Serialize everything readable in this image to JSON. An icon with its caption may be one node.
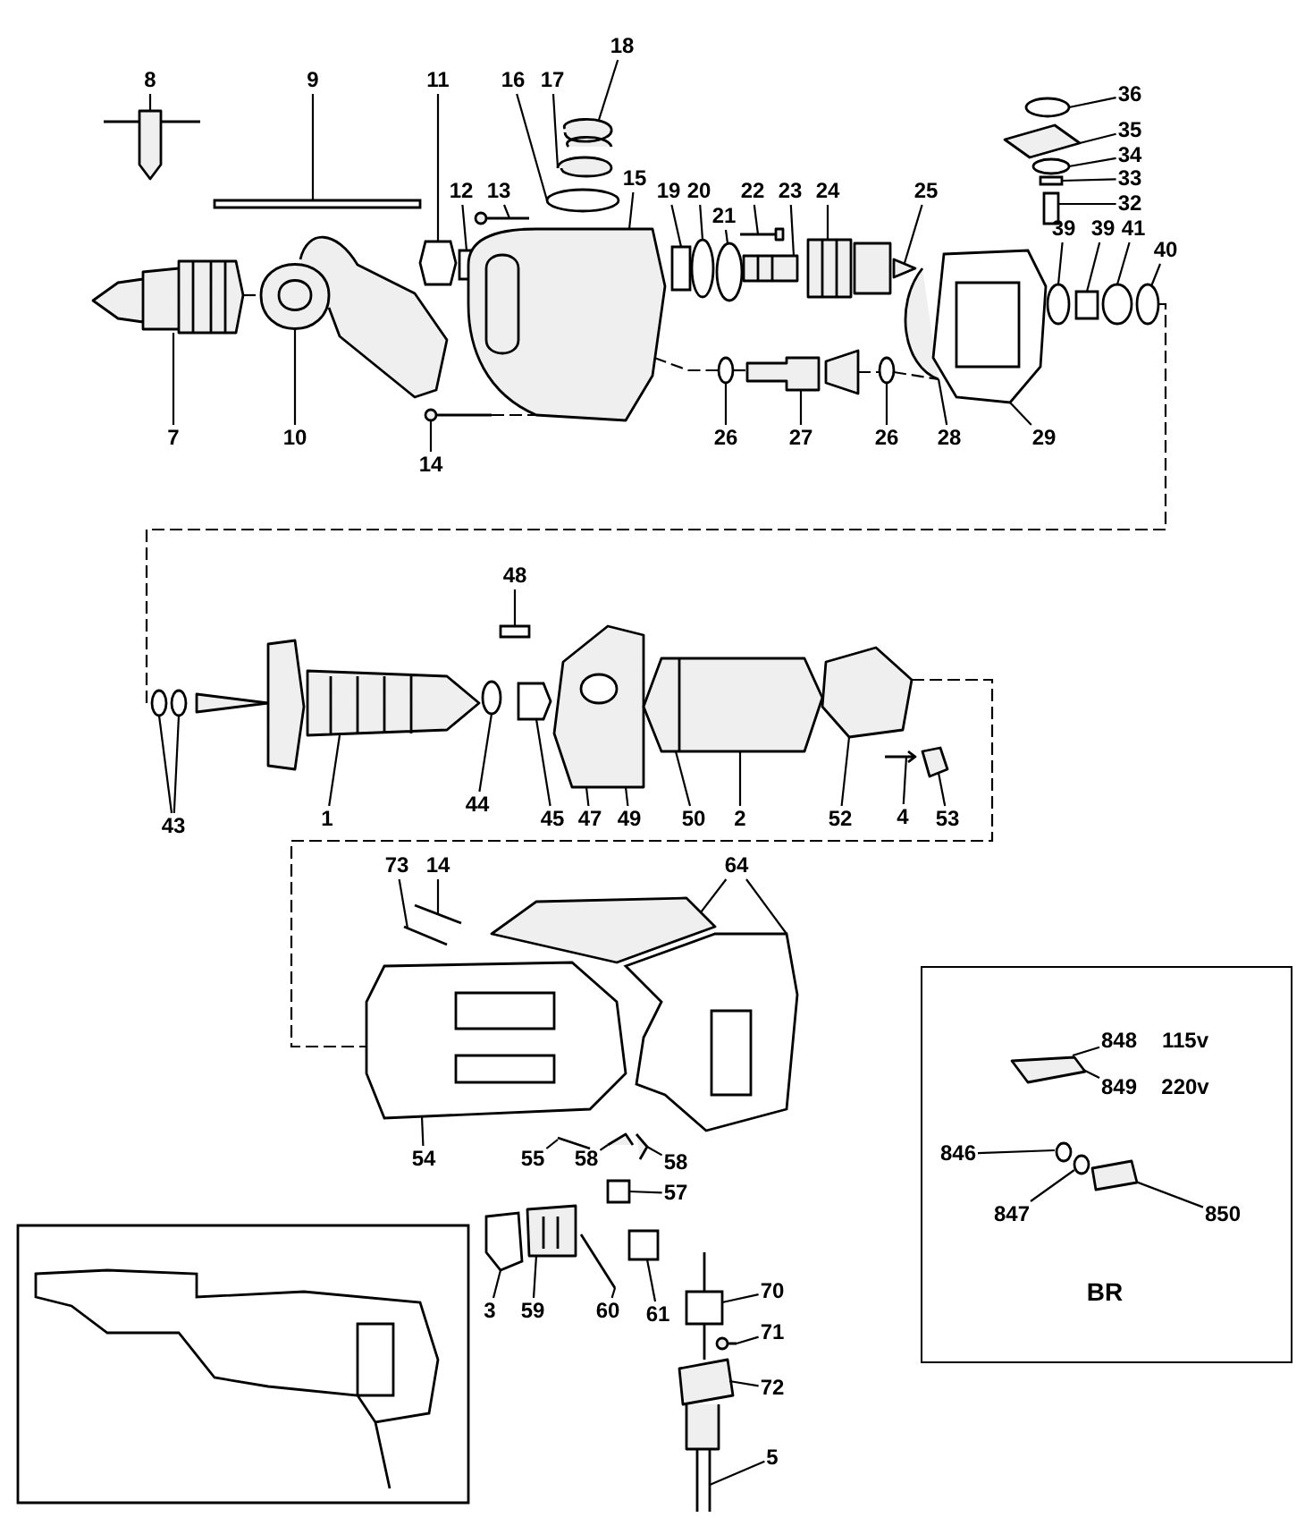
{
  "diagram": {
    "nodes": [
      {
        "text": [
          "8"
        ]
      },
      {
        "text": [
          "9"
        ]
      },
      {
        "text": [
          "11"
        ]
      },
      {
        "text": [
          "16"
        ]
      },
      {
        "text": [
          "17"
        ]
      },
      {
        "text": [
          "18"
        ]
      },
      {
        "text": [
          "12"
        ]
      },
      {
        "text": [
          "13"
        ]
      },
      {
        "text": [
          "15"
        ]
      },
      {
        "text": [
          "19"
        ]
      },
      {
        "text": [
          "20"
        ]
      },
      {
        "text": [
          "21"
        ]
      },
      {
        "text": [
          "22"
        ]
      },
      {
        "text": [
          "23"
        ]
      },
      {
        "text": [
          "24"
        ]
      },
      {
        "text": [
          "25"
        ]
      },
      {
        "text": [
          "36"
        ]
      },
      {
        "text": [
          "35"
        ]
      },
      {
        "text": [
          "34"
        ]
      },
      {
        "text": [
          "33"
        ]
      },
      {
        "text": [
          "32"
        ]
      },
      {
        "text": [
          "39"
        ]
      },
      {
        "text": [
          "39"
        ]
      },
      {
        "text": [
          "41"
        ]
      },
      {
        "text": [
          "40"
        ]
      },
      {
        "text": [
          "7"
        ]
      },
      {
        "text": [
          "10"
        ]
      },
      {
        "text": [
          "14"
        ]
      },
      {
        "text": [
          "26"
        ]
      },
      {
        "text": [
          "27"
        ]
      },
      {
        "text": [
          "26"
        ]
      },
      {
        "text": [
          "28"
        ]
      },
      {
        "text": [
          "29"
        ]
      },
      {
        "text": [
          "48"
        ]
      },
      {
        "text": [
          "43"
        ]
      },
      {
        "text": [
          "1"
        ]
      },
      {
        "text": [
          "44"
        ]
      },
      {
        "text": [
          "45"
        ]
      },
      {
        "text": [
          "47"
        ]
      },
      {
        "text": [
          "49"
        ]
      },
      {
        "text": [
          "50"
        ]
      },
      {
        "text": [
          "2"
        ]
      },
      {
        "text": [
          "52"
        ]
      },
      {
        "text": [
          "4"
        ]
      },
      {
        "text": [
          "53"
        ]
      },
      {
        "text": [
          "73"
        ]
      },
      {
        "text": [
          "14"
        ]
      },
      {
        "text": [
          "64"
        ]
      },
      {
        "text": [
          "54"
        ]
      },
      {
        "text": [
          "55"
        ]
      },
      {
        "text": [
          "58"
        ]
      },
      {
        "text": [
          "58"
        ]
      },
      {
        "text": [
          "57"
        ]
      },
      {
        "text": [
          "3"
        ]
      },
      {
        "text": [
          "59"
        ]
      },
      {
        "text": [
          "60"
        ]
      },
      {
        "text": [
          "61"
        ]
      },
      {
        "text": [
          "70"
        ]
      },
      {
        "text": [
          "71"
        ]
      },
      {
        "text": [
          "72"
        ]
      },
      {
        "text": [
          "5"
        ]
      },
      {
        "text": [
          "BR"
        ]
      },
      {
        "text": [
          "848"
        ],
        "beside": [
          "115v"
        ],
        "in": 61
      },
      {
        "text": [
          "849"
        ],
        "beside": [
          "220v"
        ],
        "in": 61
      },
      {
        "text": [
          "846"
        ],
        "in": 61
      },
      {
        "text": [
          "847"
        ],
        "in": 61
      },
      {
        "text": [
          "850"
        ],
        "in": 61
      },
      {
        "text": [],
        "shape": "picture"
      },
      {
        "text": [],
        "shape": "box"
      },
      {
        "text": [],
        "shape": "box"
      },
      {
        "text": [],
        "shape": "box"
      },
      {
        "text": [],
        "shape": "picture"
      },
      {
        "text": [],
        "shape": "picture"
      },
      {
        "text": [],
        "shape": "picture"
      },
      {
        "text": [],
        "shape": "circle"
      },
      {
        "text": [],
        "shape": "picture"
      },
      {
        "text": [],
        "shape": "picture"
      },
      {
        "text": [],
        "shape": "picture"
      },
      {
        "text": [],
        "shape": "picture"
      },
      {
        "text": [],
        "shape": "box"
      },
      {
        "text": [],
        "shape": "circle"
      },
      {
        "text": [],
        "shape": "circle"
      },
      {
        "text": [],
        "shape": "picture"
      },
      {
        "text": [],
        "shape": "picture"
      },
      {
        "text": [],
        "shape": "picture"
      },
      {
        "text": [],
        "shape": "picture"
      },
      {
        "text": [],
        "shape": "circle"
      },
      {
        "text": [],
        "shape": "picture"
      },
      {
        "text": [],
        "shape": "circle"
      },
      {
        "text": [],
        "shape": "box"
      },
      {
        "text": [],
        "shape": "box"
      },
      {
        "text": [],
        "shape": "circle"
      },
      {
        "text": [],
        "shape": "box"
      },
      {
        "text": [],
        "shape": "circle"
      },
      {
        "text": [],
        "shape": "circle"
      },
      {
        "text": [],
        "shape": "circle"
      },
      {
        "text": [],
        "shape": "picture"
      },
      {
        "text": [],
        "shape": "circle"
      },
      {
        "text": [],
        "shape": "picture"
      },
      {
        "text": [],
        "shape": "box"
      },
      {
        "text": [],
        "shape": "box"
      },
      {
        "text": [],
        "shape": "circle"
      },
      {
        "text": [],
        "shape": "circle"
      },
      {
        "text": [],
        "shape": "picture"
      },
      {
        "text": [],
        "shape": "circle"
      },
      {
        "text": [],
        "shape": "box"
      },
      {
        "text": [],
        "shape": "picture"
      },
      {
        "text": [],
        "shape": "picture"
      },
      {
        "text": [],
        "shape": "picture"
      },
      {
        "text": [],
        "shape": "picture"
      },
      {
        "text": [],
        "shape": "picture"
      },
      {
        "text": [],
        "shape": "picture"
      },
      {
        "text": [],
        "shape": "picture"
      },
      {
        "text": [],
        "shape": "picture"
      },
      {
        "text": [],
        "shape": "box"
      },
      {
        "text": [],
        "shape": "box"
      },
      {
        "text": [],
        "shape": "picture"
      },
      {
        "text": [],
        "shape": "picture"
      },
      {
        "text": [],
        "shape": "picture"
      },
      {
        "text": [],
        "shape": "box"
      },
      {
        "text": [],
        "shape": "box"
      },
      {
        "text": [],
        "shape": "picture"
      },
      {
        "text": [],
        "shape": "picture"
      },
      {
        "text": [],
        "shape": "box"
      },
      {
        "text": [],
        "shape": "box"
      },
      {
        "text": [],
        "shape": "picture"
      },
      {
        "text": [],
        "shape": "picture"
      },
      {
        "text": [],
        "shape": "picture"
      },
      {
        "text": [],
        "shape": "picture",
        "in": 61
      },
      {
        "text": [],
        "shape": "circle",
        "in": 61
      },
      {
        "text": [],
        "shape": "circle",
        "in": 61
      },
      {
        "text": [],
        "shape": "picture",
        "in": 61
      }
    ],
    "edges": [
      {
        "from": 0,
        "to": 67,
        "arrow": "none"
      },
      {
        "from": 1,
        "to": 68,
        "arrow": "none"
      },
      {
        "from": 2,
        "to": 69,
        "arrow": "none"
      },
      {
        "from": 3,
        "to": 74,
        "arrow": "none"
      },
      {
        "from": 4,
        "to": 73,
        "arrow": "none"
      },
      {
        "from": 5,
        "to": 72,
        "arrow": "none"
      },
      {
        "from": 6,
        "to": 70,
        "arrow": "none"
      },
      {
        "from": 7,
        "to": 71,
        "arrow": "none"
      },
      {
        "from": 8,
        "to": 75,
        "arrow": "none"
      },
      {
        "from": 9,
        "to": 79,
        "arrow": "none"
      },
      {
        "from": 10,
        "to": 80,
        "arrow": "none"
      },
      {
        "from": 11,
        "to": 81,
        "arrow": "none"
      },
      {
        "from": 12,
        "to": 82,
        "arrow": "none"
      },
      {
        "from": 13,
        "to": 83,
        "arrow": "none"
      },
      {
        "from": 14,
        "to": 84,
        "arrow": "none"
      },
      {
        "from": 15,
        "to": 85,
        "arrow": "none"
      },
      {
        "from": 16,
        "to": 86,
        "arrow": "none"
      },
      {
        "from": 17,
        "to": 87,
        "arrow": "none"
      },
      {
        "from": 18,
        "to": 88,
        "arrow": "none"
      },
      {
        "from": 19,
        "to": 89,
        "arrow": "none"
      },
      {
        "from": 20,
        "to": 90,
        "arrow": "none"
      },
      {
        "from": 21,
        "to": 91,
        "arrow": "none"
      },
      {
        "from": 22,
        "to": 92,
        "arrow": "none"
      },
      {
        "from": 23,
        "to": 93,
        "arrow": "none"
      },
      {
        "from": 24,
        "to": 94,
        "arrow": "none"
      },
      {
        "from": 25,
        "to": 77,
        "arrow": "none"
      },
      {
        "from": 26,
        "to": 78,
        "arrow": "none"
      },
      {
        "from": 27,
        "to": 76,
        "arrow": "none"
      },
      {
        "from": 28,
        "to": 95,
        "arrow": "none"
      },
      {
        "from": 29,
        "to": 96,
        "arrow": "none"
      },
      {
        "from": 30,
        "to": 97,
        "arrow": "none"
      },
      {
        "from": 31,
        "to": 98,
        "arrow": "none"
      },
      {
        "from": 32,
        "to": 99,
        "arrow": "none"
      },
      {
        "from": 33,
        "to": 100,
        "arrow": "none"
      },
      {
        "from": 34,
        "to": 101,
        "arrow": "none"
      },
      {
        "from": 34,
        "to": 102,
        "arrow": "none"
      },
      {
        "from": 35,
        "to": 103,
        "arrow": "none"
      },
      {
        "from": 36,
        "to": 104,
        "arrow": "none"
      },
      {
        "from": 37,
        "to": 105,
        "arrow": "none"
      },
      {
        "from": 38,
        "to": 106,
        "arrow": "none"
      },
      {
        "from": 39,
        "to": 106,
        "arrow": "none"
      },
      {
        "from": 40,
        "to": 107,
        "arrow": "none"
      },
      {
        "from": 41,
        "to": 107,
        "arrow": "none"
      },
      {
        "from": 42,
        "to": 108,
        "arrow": "none"
      },
      {
        "from": 43,
        "to": 109,
        "arrow": "none"
      },
      {
        "from": 44,
        "to": 110,
        "arrow": "none"
      },
      {
        "from": 45,
        "to": 111,
        "arrow": "none"
      },
      {
        "from": 46,
        "to": 112,
        "arrow": "none"
      },
      {
        "from": 47,
        "to": 113,
        "arrow": "none"
      },
      {
        "from": 47,
        "to": 114,
        "arrow": "none"
      },
      {
        "from": 48,
        "to": 115,
        "arrow": "none"
      },
      {
        "from": 49,
        "to": 116,
        "arrow": "none"
      },
      {
        "from": 50,
        "to": 117,
        "arrow": "none"
      },
      {
        "from": 51,
        "to": 118,
        "arrow": "none"
      },
      {
        "from": 52,
        "to": 119,
        "arrow": "none"
      },
      {
        "from": 53,
        "to": 120,
        "arrow": "none"
      },
      {
        "from": 54,
        "to": 121,
        "arrow": "none"
      },
      {
        "from": 55,
        "to": 122,
        "arrow": "none"
      },
      {
        "from": 56,
        "to": 123,
        "arrow": "none"
      },
      {
        "from": 57,
        "to": 124,
        "arrow": "none"
      },
      {
        "from": 58,
        "to": 125,
        "arrow": "none"
      },
      {
        "from": 59,
        "to": 126,
        "arrow": "none"
      },
      {
        "from": 60,
        "to": 127,
        "arrow": "none"
      },
      {
        "from": 62,
        "to": 128,
        "arrow": "none"
      },
      {
        "from": 63,
        "to": 128,
        "arrow": "none"
      },
      {
        "from": 64,
        "to": 129,
        "arrow": "none"
      },
      {
        "from": 65,
        "to": 130,
        "arrow": "none"
      },
      {
        "from": 66,
        "to": 131,
        "arrow": "none"
      },
      {
        "from": 77,
        "to": 78,
        "arrow": "none",
        "style": "dashed"
      },
      {
        "from": 76,
        "to": 75,
        "arrow": "none",
        "style": "dashed"
      },
      {
        "from": 75,
        "to": 95,
        "arrow": "none",
        "style": "dashed"
      },
      {
        "from": 95,
        "to": 96,
        "arrow": "none",
        "style": "dashed"
      },
      {
        "from": 96,
        "to": 97,
        "arrow": "none",
        "style": "dashed"
      },
      {
        "from": 97,
        "to": 98,
        "arrow": "none",
        "style": "dashed"
      },
      {
        "from": 94,
        "to": 101,
        "arrow": "none",
        "style": "dashed"
      },
      {
        "from": 108,
        "to": 115,
        "arrow": "none",
        "style": "dashed"
      }
    ]
  }
}
